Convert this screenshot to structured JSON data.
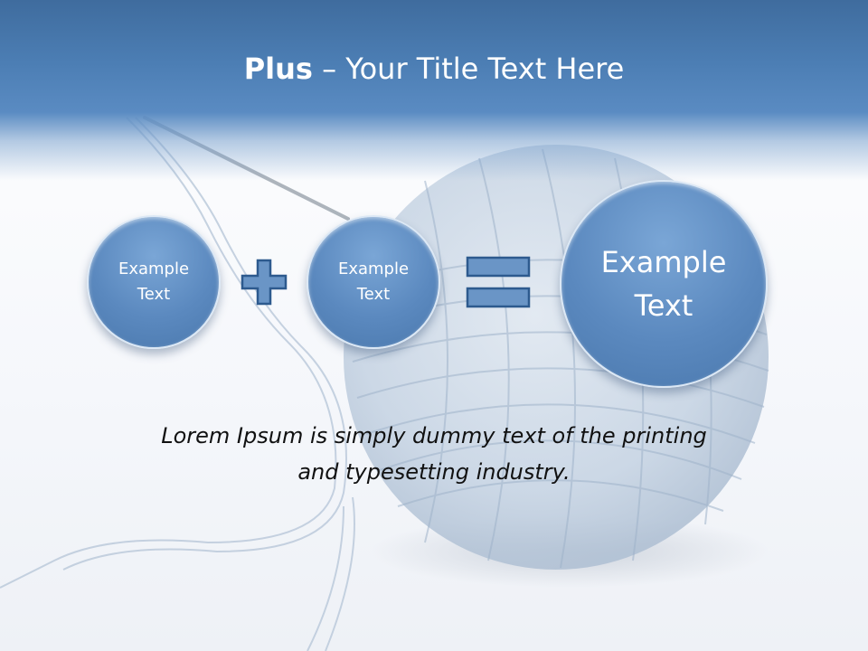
{
  "slide": {
    "title_bold": "Plus",
    "title_rest": " – Your Title Text Here",
    "circles": [
      {
        "line1": "Example",
        "line2": "Text"
      },
      {
        "line1": "Example",
        "line2": "Text"
      },
      {
        "line1": "Example",
        "line2": "Text"
      }
    ],
    "body_line1": "Lorem Ipsum is simply dummy text of the printing",
    "body_line2": "and typesetting industry."
  },
  "icons": {
    "operator_1": "plus-icon",
    "operator_2": "equals-icon"
  },
  "colors": {
    "header_blue": "#4c7eb4",
    "circle_blue": "#5b89bf",
    "operator_fill": "#6a95c6",
    "operator_stroke": "#2d5a8e"
  }
}
